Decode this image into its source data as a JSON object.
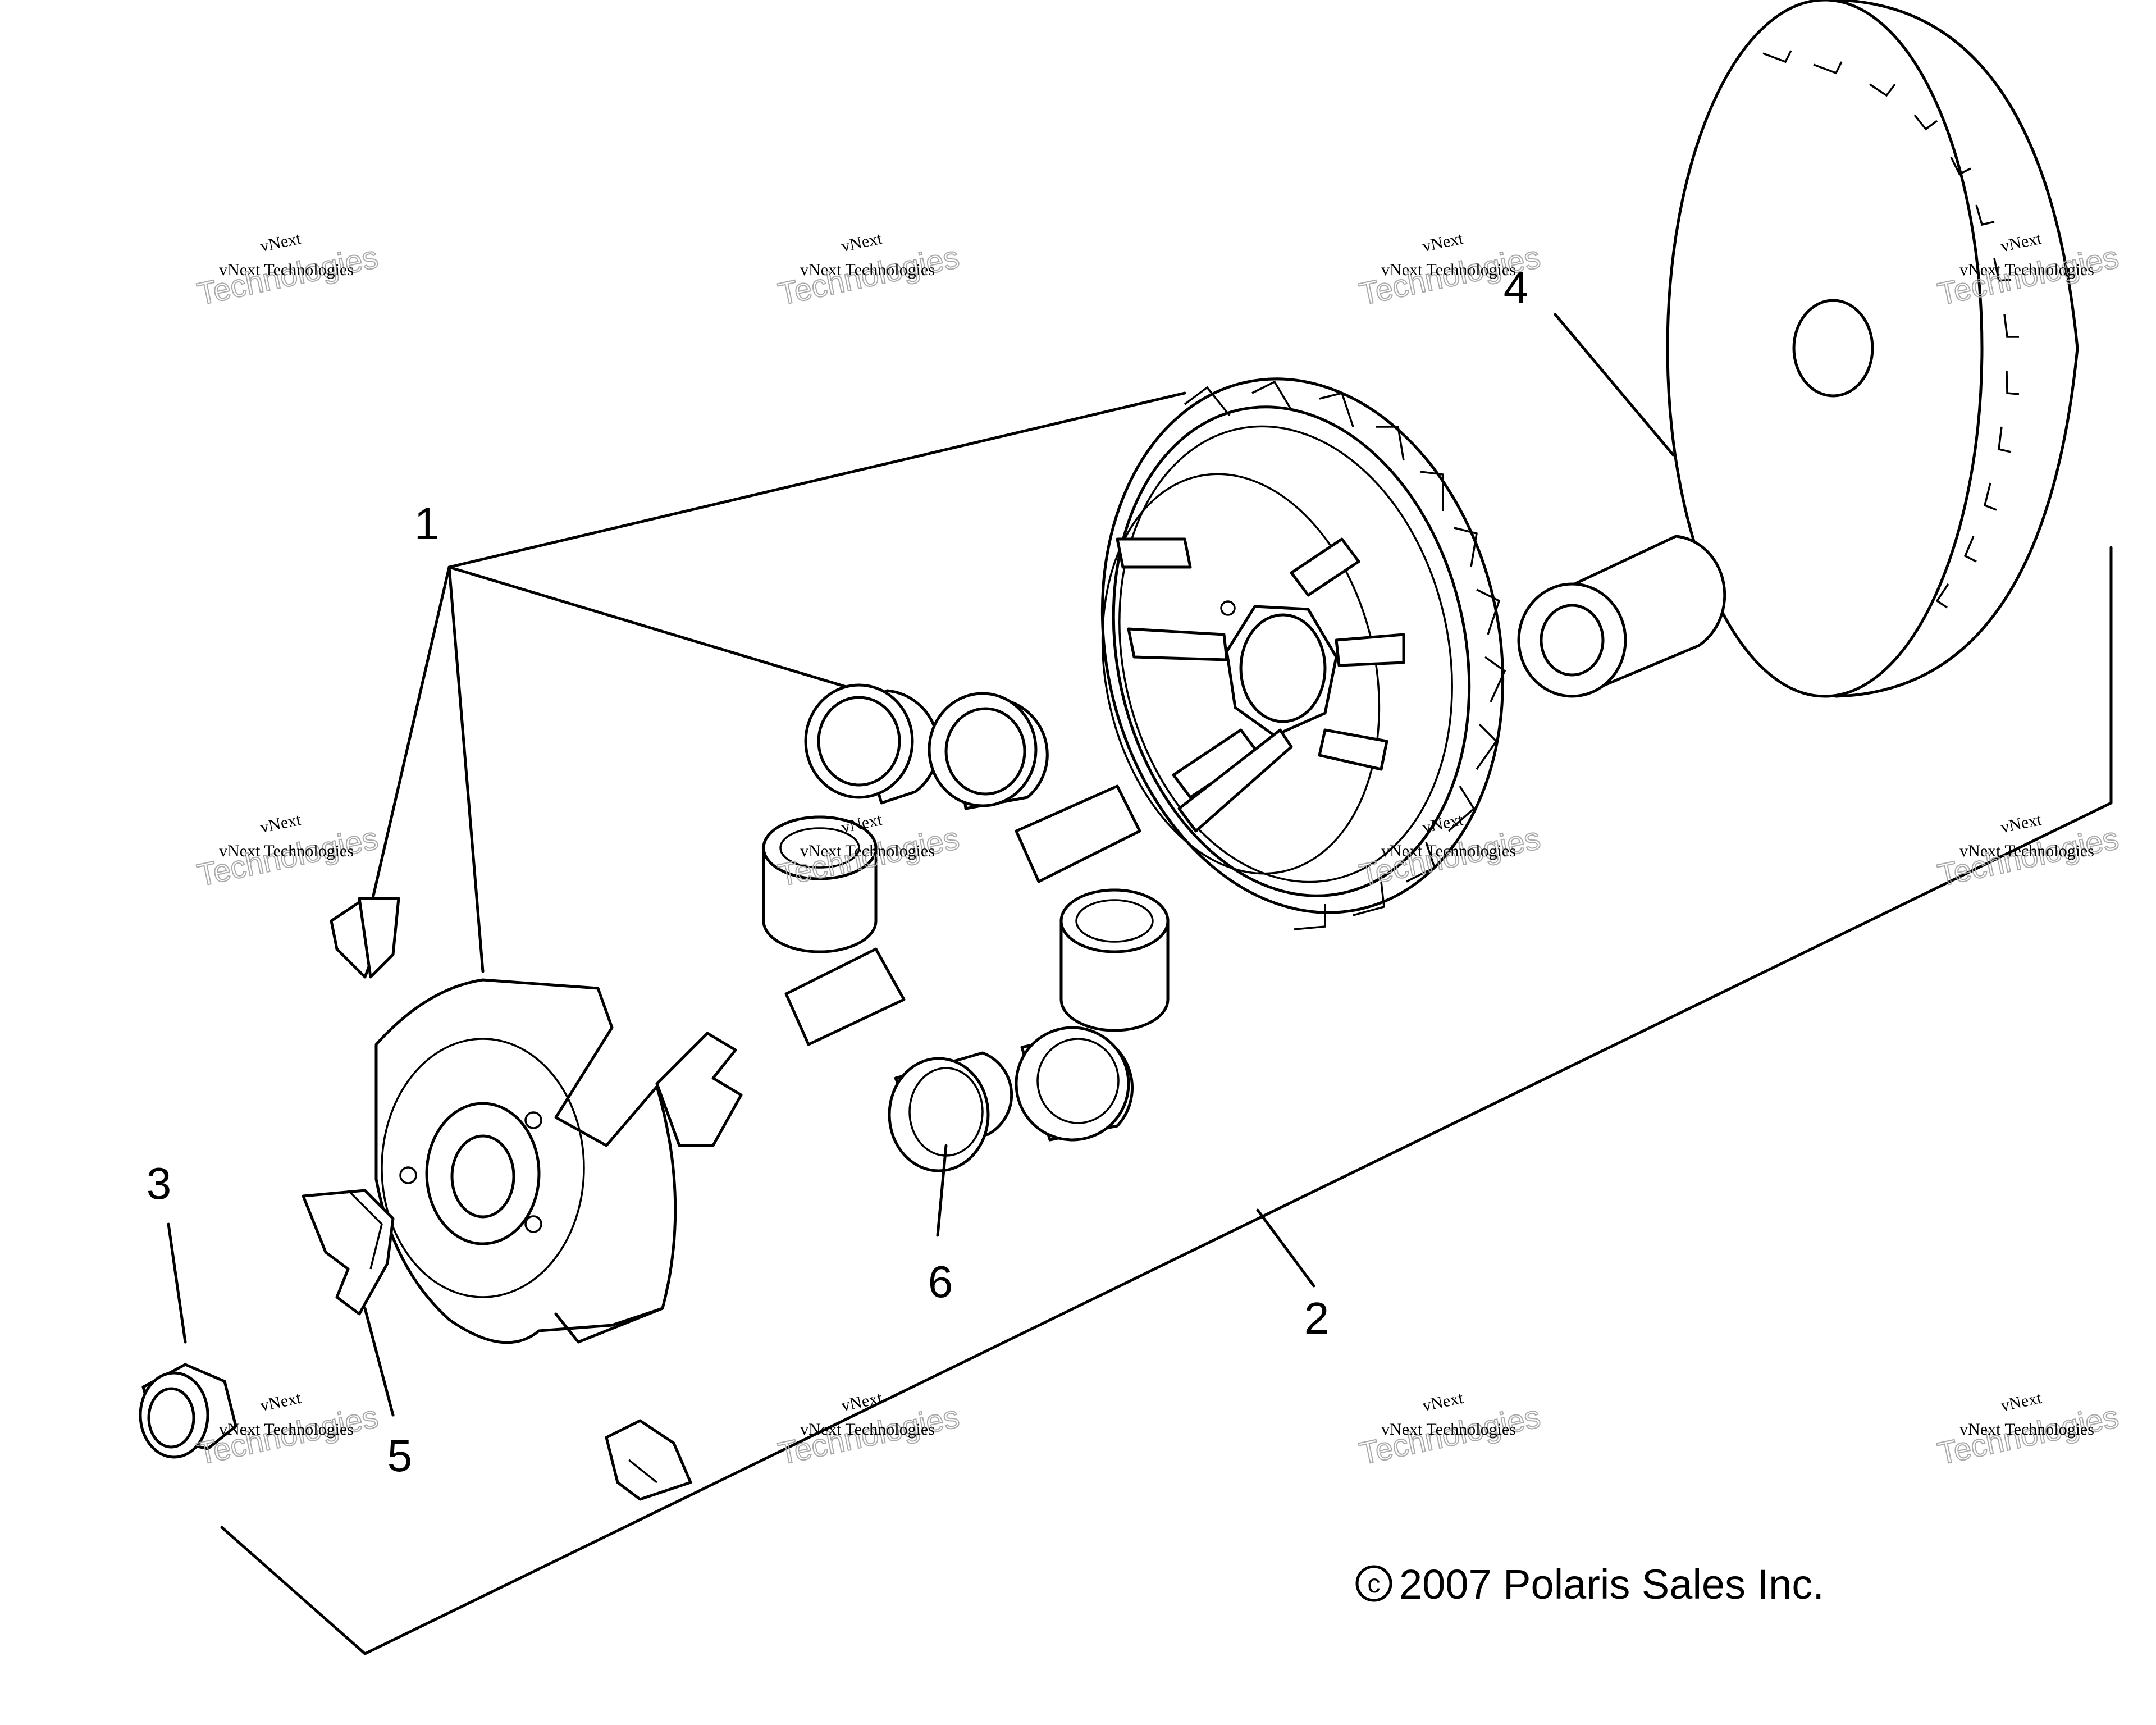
{
  "callouts": {
    "c1": "1",
    "c2": "2",
    "c3": "3",
    "c4": "4",
    "c5": "5",
    "c6": "6"
  },
  "copyright": "2007 Polaris Sales Inc.",
  "copyright_symbol": "c",
  "watermark": {
    "line1": "vNext",
    "line2": "Technologies",
    "line3": "vNext Technologies"
  }
}
